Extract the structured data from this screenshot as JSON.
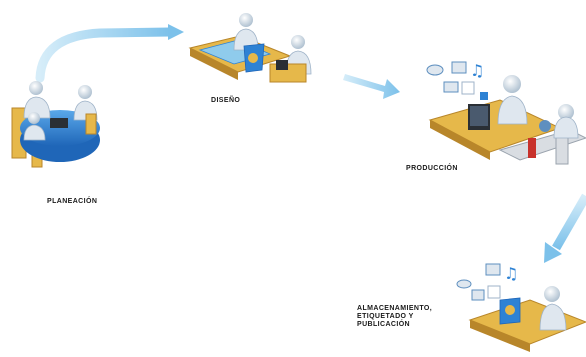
{
  "diagram": {
    "stages": [
      {
        "id": "planeacion",
        "label": "PLANEACIÓN"
      },
      {
        "id": "diseno",
        "label": "DISEÑO"
      },
      {
        "id": "produccion",
        "label": "PRODUCCIÓN"
      },
      {
        "id": "almacenamiento",
        "label": "ALMACENAMIENTO,\nETIQUETADO Y\nPUBLICACIÓN"
      }
    ],
    "colors": {
      "arrow": "#8fcbec",
      "desk": "#e6b84a",
      "desk_dark": "#b8862a",
      "table_blue": "#2e82d4",
      "person": "#eef2f7",
      "person_shade": "#9fb3c8",
      "monitor": "#2a2f35",
      "machine": "#d9dde2",
      "machine_red": "#c8322c"
    }
  }
}
